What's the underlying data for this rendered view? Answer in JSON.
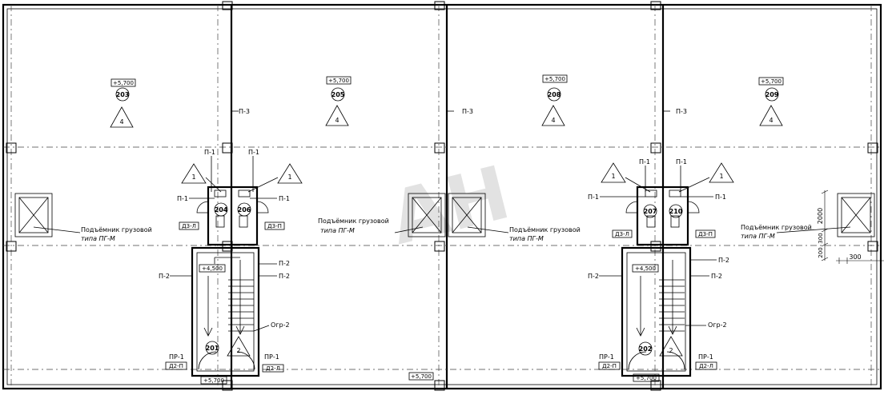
{
  "rooms": [
    {
      "id": "room-203",
      "num": "203",
      "level": "+5,700",
      "tri": "4"
    },
    {
      "id": "room-205",
      "num": "205",
      "level": "+5,700",
      "tri": "4"
    },
    {
      "id": "room-208",
      "num": "208",
      "level": "+5,700",
      "tri": "4"
    },
    {
      "id": "room-209",
      "num": "209",
      "level": "+5,700",
      "tri": "4"
    }
  ],
  "small_rooms": [
    "204",
    "206",
    "207",
    "210",
    "201",
    "202"
  ],
  "labels": {
    "p1": "П-1",
    "p2": "П-2",
    "p3": "П-3",
    "pr1": "ПР-1",
    "ogr2": "Огр-2",
    "d3l": "Д3-Л",
    "d3p": "Д3-П",
    "d2p": "Д2-П",
    "d2l": "Д2-Л",
    "lift_line1": "Подъёмник грузовой",
    "lift_line2": "типа ПГ-М",
    "level_450": "+4,500",
    "level_570": "+5,700",
    "tri_1": "1",
    "tri_2": "2",
    "tri_4": "4",
    "dim_2000": "2000",
    "dim_300": "300",
    "dim_200": "200"
  },
  "watermark": "АН"
}
